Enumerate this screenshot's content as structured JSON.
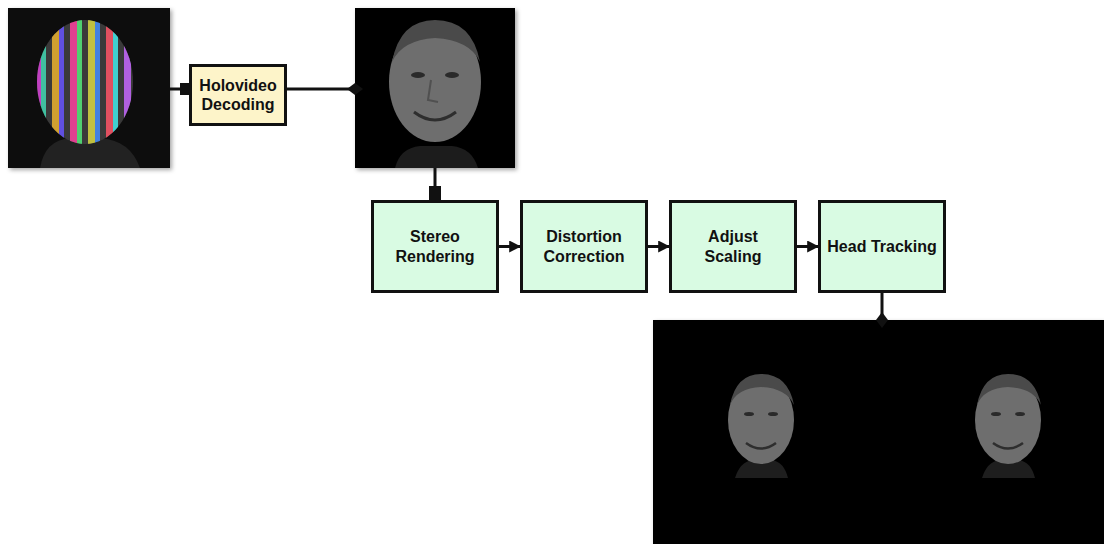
{
  "diagram": {
    "nodes": [
      {
        "text": [
          "Holovideo Decoding"
        ]
      },
      {
        "text": [
          "Stereo Rendering"
        ]
      },
      {
        "text": [
          "Distortion Correction"
        ]
      },
      {
        "text": [
          "Adjust Scaling"
        ]
      },
      {
        "text": [
          "Head Tracking"
        ]
      }
    ],
    "edges": [
      {
        "from": 1,
        "to": 2,
        "arrow": "to"
      },
      {
        "from": 2,
        "to": 3,
        "arrow": "to"
      },
      {
        "from": 3,
        "to": 4,
        "arrow": "to"
      }
    ]
  }
}
